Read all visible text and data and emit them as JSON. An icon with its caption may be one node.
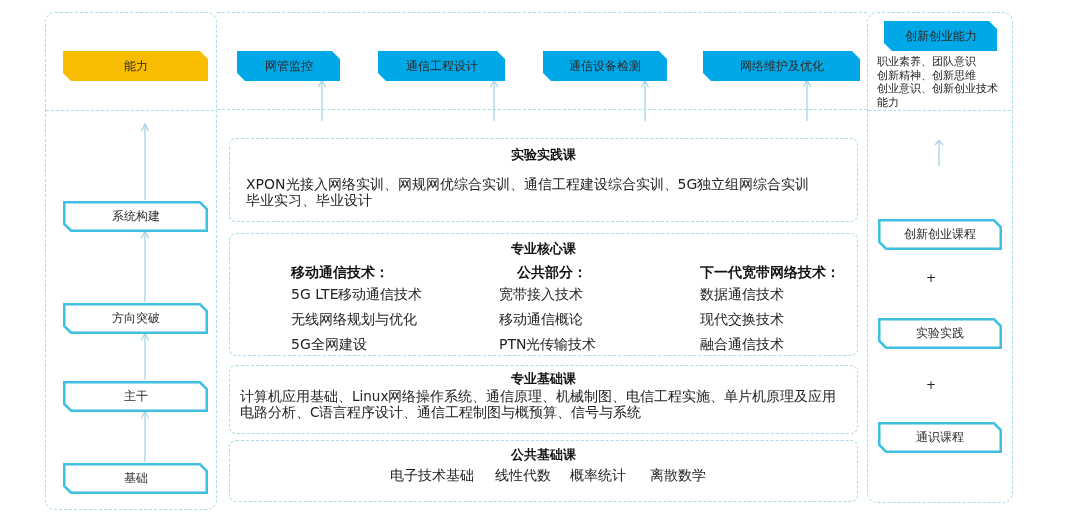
{
  "diagram": {
    "nodes": [
      {
        "text": [],
        "shape": "box"
      },
      {
        "text": [
          "能力"
        ],
        "in": 0
      },
      {
        "text": [
          "系统构建"
        ],
        "in": 0
      },
      {
        "text": [
          "方向突破"
        ],
        "in": 0
      },
      {
        "text": [
          "主干"
        ],
        "in": 0
      },
      {
        "text": [
          "基础"
        ],
        "in": 0
      },
      {
        "text": [],
        "shape": "box"
      },
      {
        "text": [
          "网管监控"
        ],
        "in": 6
      },
      {
        "text": [
          "通信工程设计"
        ],
        "in": 6
      },
      {
        "text": [
          "通信设备检测"
        ],
        "in": 6
      },
      {
        "text": [
          "网络维护及优化"
        ],
        "in": 6
      },
      {
        "text": [],
        "shape": "box"
      },
      {
        "text": [
          "创新创业能力"
        ],
        "in": 11,
        "beside": [
          "职业素养、团队意识",
          "创新精神、创新思维",
          "创业意识、创新创业技术能力"
        ]
      },
      {
        "text": [
          "创新创业课程"
        ],
        "in": 11
      },
      {
        "text": [
          "实验实践"
        ],
        "in": 11
      },
      {
        "text": [
          "通识课程"
        ],
        "in": 11
      },
      {
        "text": [
          "实验实践课",
          "XPON光接入网络实训、网规网优综合实训、通信工程建设综合实训、5G独立组网综合实训",
          "毕业实习、毕业设计"
        ]
      },
      {
        "text": [
          "专业核心课",
          "移动通信技术：",
          "5G LTE移动通信技术",
          "无线网络规划与优化",
          "5G全网建设",
          "公共部分：",
          "宽带接入技术",
          "移动通信概论",
          "PTN光传输技术",
          "下一代宽带网络技术：",
          "数据通信技术",
          "现代交换技术",
          "融合通信技术"
        ]
      },
      {
        "text": [
          "专业基础课",
          "计算机应用基础、Linux网络操作系统、通信原理、机械制图、电信工程实施、单片机原理及应用",
          "电路分析、C语言程序设计、通信工程制图与概预算、信号与系统"
        ]
      },
      {
        "text": [
          "公共基础课",
          "电子技术基础",
          "线性代数",
          "概率统计",
          "离散数学"
        ]
      }
    ],
    "edges": [
      {
        "from": 5,
        "to": 4,
        "arrow": "to"
      },
      {
        "from": 4,
        "to": 3,
        "arrow": "to"
      },
      {
        "from": 3,
        "to": 2,
        "arrow": "to"
      },
      {
        "from": 2,
        "to": null,
        "arrow": "to"
      },
      {
        "from": null,
        "to": 7,
        "arrow": "to"
      },
      {
        "from": null,
        "to": 8,
        "arrow": "to"
      },
      {
        "from": null,
        "to": 9,
        "arrow": "to"
      },
      {
        "from": null,
        "to": 10,
        "arrow": "to"
      }
    ],
    "labels": [
      "+",
      "+"
    ]
  }
}
